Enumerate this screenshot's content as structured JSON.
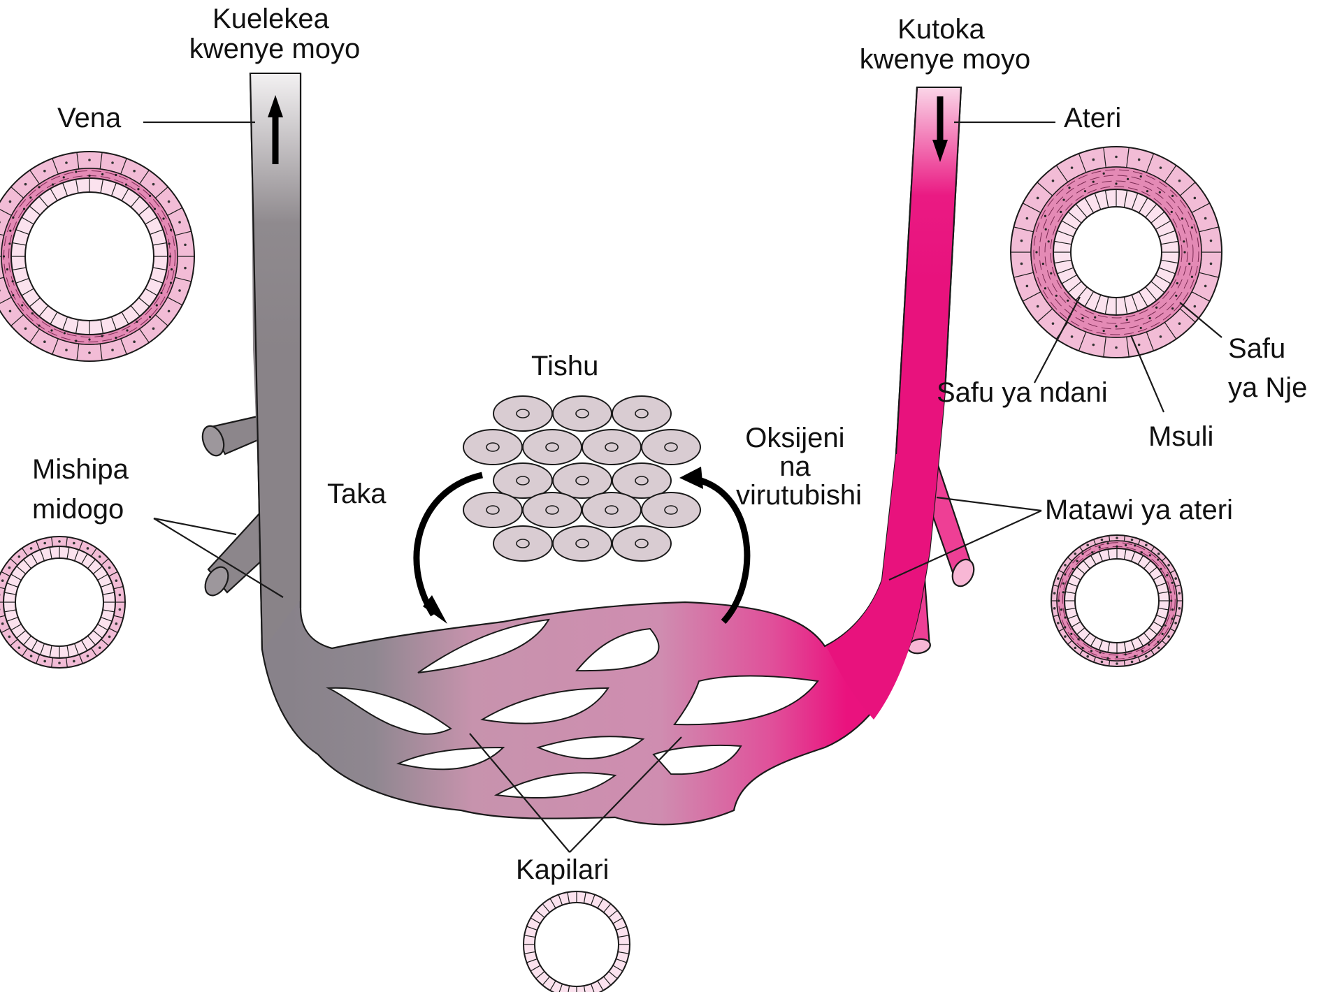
{
  "labels": {
    "vein_direction": [
      "Kuelekea",
      "kwenye moyo"
    ],
    "artery_direction": [
      "Kutoka",
      "kwenye moyo"
    ],
    "vein": "Vena",
    "artery": "Ateri",
    "small_veins": [
      "Mishipa",
      "midogo"
    ],
    "tissue": "Tishu",
    "waste": "Taka",
    "oxygen_nutrients": [
      "Oksijeni",
      "na",
      "virutubishi"
    ],
    "inner_layer": "Safu ya ndani",
    "outer_layer": [
      "Safu",
      "ya Nje"
    ],
    "muscle": "Msuli",
    "artery_branches": "Matawi ya ateri",
    "capillaries": "Kapilari"
  },
  "colors": {
    "vein_gray": "#8a8489",
    "vein_light": "#f4f2f3",
    "artery_magenta": "#e8147e",
    "artery_light": "#fbe4ef",
    "capillary_pink": "#cc8fae",
    "tissue_cell": "#d9ccd2",
    "wall_pink": "#f2bcd6",
    "wall_light": "#fbe2ee",
    "muscle_pink": "#e48ab5"
  },
  "icons": [
    "up-arrow-icon",
    "down-arrow-icon",
    "curved-arrow-icon"
  ]
}
